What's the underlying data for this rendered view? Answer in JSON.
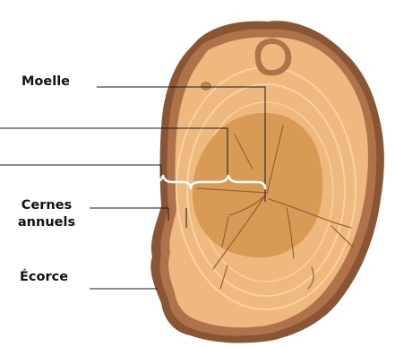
{
  "labels": {
    "pith": "Moelle",
    "rings_line1": "Cernes",
    "rings_line2": "annuels",
    "bark": "Écorce"
  },
  "colors": {
    "bark_outer": "#8a5532",
    "bark_inner": "#b0724a",
    "sapwood": "#edb97e",
    "heartwood": "#d79b55",
    "ring_line": "#f6d3a3",
    "crack": "#9c5f33",
    "leader_line": "#1a1a1a",
    "bracket": "#ffffff",
    "text": "#111111"
  }
}
